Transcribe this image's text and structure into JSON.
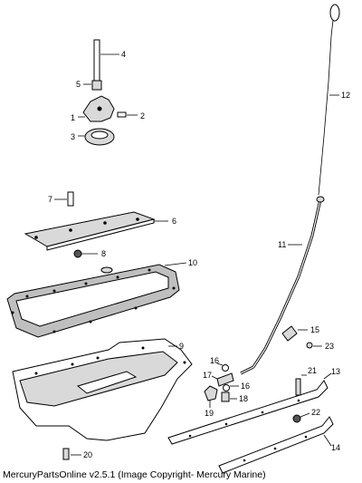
{
  "caption": "MercuryPartsOnline v2.5.1 (Image Copyright- Mercury Marine)",
  "callouts": [
    "1",
    "2",
    "3",
    "4",
    "5",
    "6",
    "7",
    "8",
    "9",
    "10",
    "11",
    "12",
    "13",
    "14",
    "15",
    "16",
    "16",
    "17",
    "18",
    "19",
    "20",
    "21",
    "22",
    "23"
  ]
}
